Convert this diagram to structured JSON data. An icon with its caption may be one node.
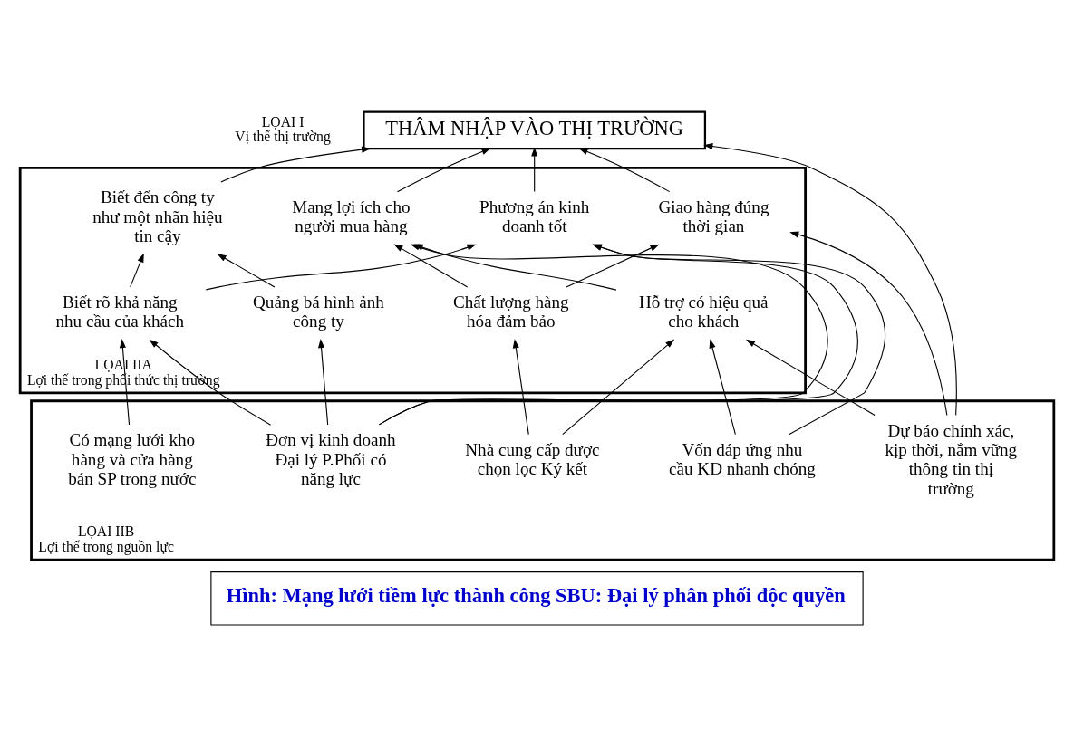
{
  "diagram": {
    "caption": "Hình: Mạng lưới tiềm lực thành công SBU: Đại lý phân phối độc quyền",
    "nodes": [
      {
        "text": [
          "THÂM NHẬP VÀO THỊ TRƯỜNG"
        ],
        "beside": [
          "LỌAI I",
          "Vị thế thị trường"
        ]
      },
      {
        "text": [
          "LỌAI IIA",
          "Lợi thế trong phối thức thị trường"
        ]
      },
      {
        "text": [
          "Giao hàng đúng thời gian"
        ],
        "in": 1
      },
      {
        "text": [
          "Mang lợi ích cho người mua hàng"
        ],
        "in": 1
      },
      {
        "text": [
          "Phương án kinh doanh tốt"
        ],
        "in": 1
      },
      {
        "text": [
          "Biết đến công ty như một nhãn hiệu tin cậy"
        ],
        "in": 1
      },
      {
        "text": [
          "Chất lượng hàng hóa đảm bảo"
        ],
        "in": 1
      },
      {
        "text": [
          "Hỗ trợ có hiệu quả cho khách"
        ],
        "in": 1
      },
      {
        "text": [
          "Quảng bá hình ảnh công ty"
        ],
        "in": 1
      },
      {
        "text": [
          "Biết rõ khả năng nhu cầu của khách"
        ],
        "in": 1
      },
      {
        "text": [
          "LỌAI IIB",
          "Lợi thế trong nguồn lực"
        ]
      },
      {
        "text": [
          "Nhà cung cấp được chọn lọc Ký kết"
        ],
        "in": 10
      },
      {
        "text": [
          "Dự báo chính xác, kịp thời, nắm vững thông tin thị trường"
        ],
        "in": 10
      },
      {
        "text": [
          "Vốn đáp ứng nhu cầu KD nhanh chóng"
        ],
        "in": 10
      },
      {
        "text": [
          "Đơn vị kinh doanh Đại lý P.Phối có năng lực"
        ],
        "in": 10
      },
      {
        "text": [
          "Có mạng lưới kho hàng và cửa hàng bán SP trong nước"
        ],
        "in": 10
      }
    ],
    "edges": [
      {
        "from": 2,
        "to": 0,
        "arrow": "to"
      },
      {
        "from": 3,
        "to": 0,
        "arrow": "to"
      },
      {
        "from": 12,
        "to": 0,
        "arrow": "to"
      },
      {
        "from": 4,
        "to": 0,
        "arrow": "to"
      },
      {
        "from": 5,
        "to": 0,
        "arrow": "to"
      },
      {
        "from": 6,
        "to": 2,
        "arrow": "to"
      },
      {
        "from": 6,
        "to": 3,
        "arrow": "to"
      },
      {
        "from": 7,
        "to": 3,
        "arrow": "to"
      },
      {
        "from": 8,
        "to": 5,
        "arrow": "to"
      },
      {
        "from": 9,
        "to": 4,
        "arrow": "to"
      },
      {
        "from": 9,
        "to": 5,
        "arrow": "to"
      },
      {
        "from": 11,
        "to": 6,
        "arrow": "to"
      },
      {
        "from": 11,
        "to": 7,
        "arrow": "to"
      },
      {
        "from": 12,
        "to": 2,
        "arrow": "to"
      },
      {
        "from": 12,
        "to": 7,
        "arrow": "to"
      },
      {
        "from": 13,
        "to": 7,
        "arrow": "to"
      },
      {
        "from": 13,
        "to": 4,
        "arrow": "to"
      },
      {
        "from": 14,
        "to": 3,
        "arrow": "to"
      },
      {
        "from": 14,
        "to": 4,
        "arrow": "to"
      },
      {
        "from": 14,
        "to": 8,
        "arrow": "to"
      },
      {
        "from": 14,
        "to": 9,
        "arrow": "to"
      },
      {
        "from": 15,
        "to": 9,
        "arrow": "to"
      }
    ]
  }
}
